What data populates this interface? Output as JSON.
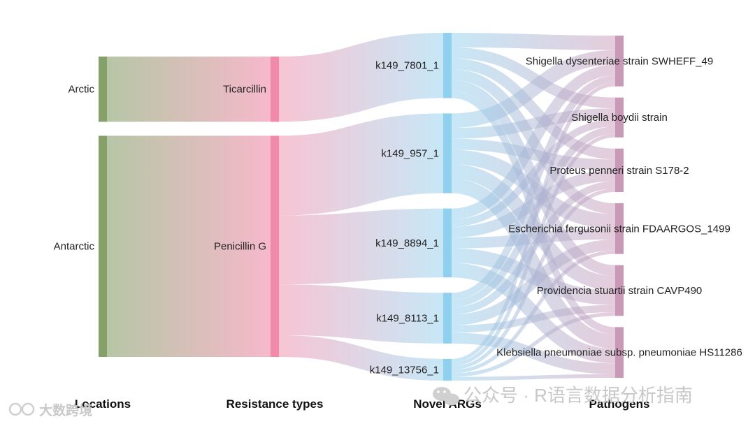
{
  "columns": [
    "Locations",
    "Resistance types",
    "Novel ARGs",
    "Pathogens"
  ],
  "nodes": [
    {
      "id": "arctic",
      "label": "Arctic",
      "column": 0
    },
    {
      "id": "antarctic",
      "label": "Antarctic",
      "column": 0
    },
    {
      "id": "ticarcillin",
      "label": "Ticarcillin",
      "column": 1
    },
    {
      "id": "penicillin",
      "label": "Penicillin G",
      "column": 1
    },
    {
      "id": "arg7801",
      "label": "k149_7801_1",
      "column": 2
    },
    {
      "id": "arg957",
      "label": "k149_957_1",
      "column": 2
    },
    {
      "id": "arg8894",
      "label": "k149_8894_1",
      "column": 2
    },
    {
      "id": "arg8113",
      "label": "k149_8113_1",
      "column": 2
    },
    {
      "id": "arg13756",
      "label": "k149_13756_1",
      "column": 2
    },
    {
      "id": "shigella_d",
      "label": "Shigella dysenteriae strain SWHEFF_49",
      "column": 3
    },
    {
      "id": "shigella_b",
      "label": "Shigella boydii strain",
      "column": 3
    },
    {
      "id": "proteus",
      "label": "Proteus penneri strain S178-2",
      "column": 3
    },
    {
      "id": "escherichia",
      "label": "Escherichia fergusonii strain FDAARGOS_1499",
      "column": 3
    },
    {
      "id": "providencia",
      "label": "Providencia stuartii strain CAVP490",
      "column": 3
    },
    {
      "id": "klebsiella",
      "label": "Klebsiella pneumoniae subsp. pneumoniae HS11286",
      "column": 3
    }
  ],
  "links": [
    {
      "source": "arctic",
      "target": "ticarcillin",
      "value": 9
    },
    {
      "source": "antarctic",
      "target": "penicillin",
      "value": 30.5
    },
    {
      "source": "ticarcillin",
      "target": "arg7801",
      "value": 9
    },
    {
      "source": "penicillin",
      "target": "arg957",
      "value": 11
    },
    {
      "source": "penicillin",
      "target": "arg8894",
      "value": 9.5
    },
    {
      "source": "penicillin",
      "target": "arg8113",
      "value": 7
    },
    {
      "source": "penicillin",
      "target": "arg13756",
      "value": 3
    },
    {
      "source": "arg7801",
      "target": "shigella_d",
      "value": 2
    },
    {
      "source": "arg7801",
      "target": "shigella_b",
      "value": 1.5
    },
    {
      "source": "arg7801",
      "target": "proteus",
      "value": 1.5
    },
    {
      "source": "arg7801",
      "target": "escherichia",
      "value": 1.5
    },
    {
      "source": "arg7801",
      "target": "providencia",
      "value": 1.5
    },
    {
      "source": "arg7801",
      "target": "klebsiella",
      "value": 1
    },
    {
      "source": "arg957",
      "target": "shigella_d",
      "value": 2
    },
    {
      "source": "arg957",
      "target": "shigella_b",
      "value": 1.5
    },
    {
      "source": "arg957",
      "target": "proteus",
      "value": 1.5
    },
    {
      "source": "arg957",
      "target": "escherichia",
      "value": 2
    },
    {
      "source": "arg957",
      "target": "providencia",
      "value": 2
    },
    {
      "source": "arg957",
      "target": "klebsiella",
      "value": 2
    },
    {
      "source": "arg8894",
      "target": "shigella_d",
      "value": 1.5
    },
    {
      "source": "arg8894",
      "target": "shigella_b",
      "value": 1
    },
    {
      "source": "arg8894",
      "target": "proteus",
      "value": 1.5
    },
    {
      "source": "arg8894",
      "target": "escherichia",
      "value": 1.5
    },
    {
      "source": "arg8894",
      "target": "providencia",
      "value": 2
    },
    {
      "source": "arg8894",
      "target": "klebsiella",
      "value": 2
    },
    {
      "source": "arg8113",
      "target": "shigella_d",
      "value": 1
    },
    {
      "source": "arg8113",
      "target": "shigella_b",
      "value": 1
    },
    {
      "source": "arg8113",
      "target": "proteus",
      "value": 1
    },
    {
      "source": "arg8113",
      "target": "escherichia",
      "value": 1.5
    },
    {
      "source": "arg8113",
      "target": "providencia",
      "value": 1
    },
    {
      "source": "arg8113",
      "target": "klebsiella",
      "value": 1.5
    },
    {
      "source": "arg13756",
      "target": "shigella_d",
      "value": 0.5
    },
    {
      "source": "arg13756",
      "target": "shigella_b",
      "value": 0.5
    },
    {
      "source": "arg13756",
      "target": "proteus",
      "value": 0.5
    },
    {
      "source": "arg13756",
      "target": "escherichia",
      "value": 0.5
    },
    {
      "source": "arg13756",
      "target": "providencia",
      "value": 0.5
    },
    {
      "source": "arg13756",
      "target": "klebsiella",
      "value": 0.5
    }
  ],
  "colors": {
    "locations": "#86a06a",
    "resistance": "#f08aa8",
    "args": "#8fd0ee",
    "pathogens": "#c99ab8"
  },
  "watermark": {
    "main": "公众号 · R语言数据分析指南",
    "small": "大数跨境"
  }
}
